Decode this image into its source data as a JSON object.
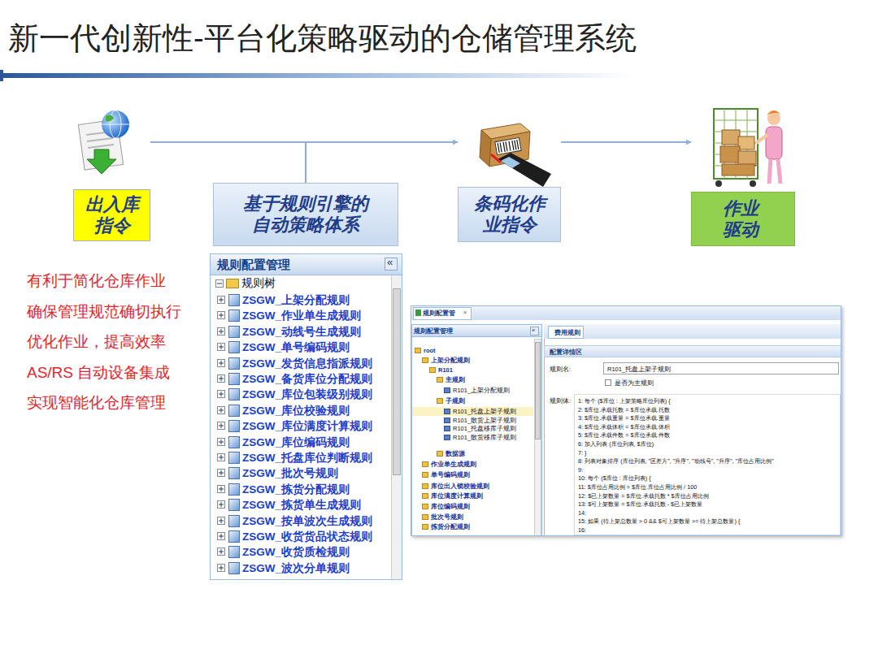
{
  "diagram": {
    "title": "新一代创新性-平台化策略驱动的仓储管理系统",
    "nodes": [
      {
        "text": [
          "出入库指令"
        ]
      },
      {
        "text": [
          "基于规则引擎的自动策略体系"
        ]
      },
      {
        "text": [
          "条码化作业指令"
        ]
      },
      {
        "text": [
          "作业驱动"
        ]
      },
      {
        "text": [
          "规则配置管理",
          "«",
          "规则树",
          "ZSGW_上架分配规则",
          "ZSGW_作业单生成规则",
          "ZSGW_动线号生成规则",
          "ZSGW_单号编码规则",
          "ZSGW_发货信息指派规则",
          "ZSGW_备货库位分配规则",
          "ZSGW_库位包装级别规则",
          "ZSGW_库位校验规则",
          "ZSGW_库位满度计算规则",
          "ZSGW_库位编码规则",
          "ZSGW_托盘库位判断规则",
          "ZSGW_批次号规则",
          "ZSGW_拣货分配规则",
          "ZSGW_拣货单生成规则",
          "ZSGW_按单波次生成规则",
          "ZSGW_收货货品状态规则",
          "ZSGW_收货质检规则",
          "ZSGW_波次分单规则"
        ]
      },
      {
        "text": [
          "规则配置管",
          "×",
          "规则配置管理",
          "«",
          "root",
          "上架分配规则",
          "R101",
          "主规则",
          "R101_上架分配规则",
          "子规则",
          "R101_托盘上架子规则",
          "R101_散货上架子规则",
          "R101_托盘移库子规则",
          "R101_散货移库子规则",
          "数据源",
          "作业单生成规则",
          "单号编码规则",
          "库位出入锁校验规则",
          "库位满度计算规则",
          "库位编码规则",
          "批次号规则",
          "拣货分配规则",
          "费用规则",
          "配置详情区",
          "规则名:",
          "R101_托盘上架子规则",
          "是否为主规则",
          "规则体:",
          "1: 每个 ($库位 : 上架策略库位列表) {",
          "2: $库位.承载托数 = $库位承载.托数",
          "3: $库位.承载重量 = $库位承载.重量",
          "4: $库位.承载体积 = $库位承载.体积",
          "5: $库位.承载件数 = $库位承载.件数",
          "6: 加入列表 (库位列表, $库位)",
          "7: }",
          "8: 列表对象排序 (库位列表, \"区差方\", \"升序\", \"动线号\", \"升序\", \"库位占用比例\"",
          "9:",
          "10: 每个 ($库位 : 库位列表) {",
          "11: $库位占用比例 = $库位.库位占用比例 / 100",
          "12: $已上架数量 = $库位.承载托数 * $库位占用比例",
          "13: $可上架数量 = $库位.承载托数 - $已上架数量",
          "14:",
          "15: 如果 (待上架总数量 > 0 && $可上架数量 >= 待上架总数量) {",
          "16:"
        ]
      }
    ],
    "edges": [
      {
        "from": 0,
        "to": 1,
        "arrow": "none"
      },
      {
        "from": 0,
        "to": 2,
        "arrow": "to"
      },
      {
        "from": 2,
        "to": 3,
        "arrow": "to"
      }
    ],
    "labels": [
      "有利于简化仓库作业",
      "确保管理规范确切执行",
      "优化作业，提高效率",
      "AS/RS 自动设备集成",
      "实现智能化仓库管理"
    ]
  }
}
